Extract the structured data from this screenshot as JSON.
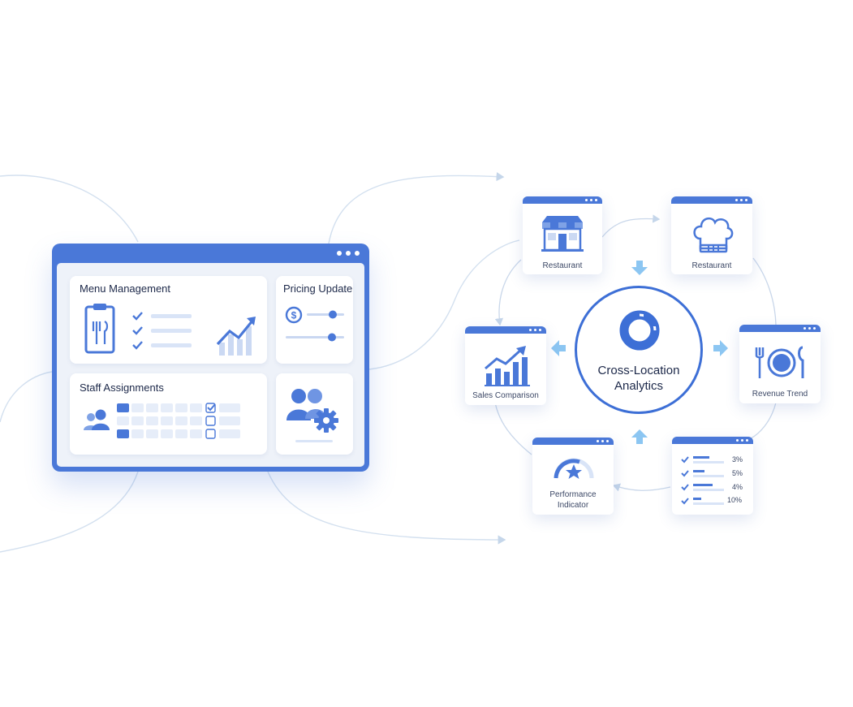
{
  "colors": {
    "accent": "#4a78d8",
    "accent_dark": "#3d6fd6",
    "light_blue": "#8cc6f2",
    "connector": "#c5d6ea",
    "text": "#1c2849"
  },
  "dashboard": {
    "panels": {
      "menu": {
        "title": "Menu Management",
        "icons": [
          "clipboard-icon",
          "checklist-icon",
          "trend-chart-icon"
        ]
      },
      "pricing": {
        "title": "Pricing Update",
        "icons": [
          "dollar-icon",
          "slider-icon"
        ]
      },
      "staff": {
        "title": "Staff Assignments",
        "icons": [
          "users-icon",
          "schedule-grid-icon"
        ]
      },
      "settings": {
        "icons": [
          "team-gear-icon"
        ]
      }
    }
  },
  "analytics": {
    "hub": {
      "title_line1": "Cross-Location",
      "title_line2": "Analytics",
      "icon": "donut-chart-icon"
    },
    "cards": {
      "restaurant_store": {
        "label": "Restaurant",
        "icon": "storefront-icon"
      },
      "restaurant_chef": {
        "label": "Restaurant",
        "icon": "chef-hat-icon"
      },
      "sales": {
        "label": "Sales Comparison",
        "icon": "bar-chart-icon"
      },
      "revenue": {
        "label": "Revenue Trend",
        "icon": "plate-cutlery-icon"
      },
      "performance": {
        "label_line1": "Performance",
        "label_line2": "Indicator",
        "icon": "star-gauge-icon"
      },
      "metrics": {
        "icon": "checklist-icon",
        "values": [
          "3%",
          "5%",
          "4%",
          "10%"
        ]
      }
    }
  }
}
